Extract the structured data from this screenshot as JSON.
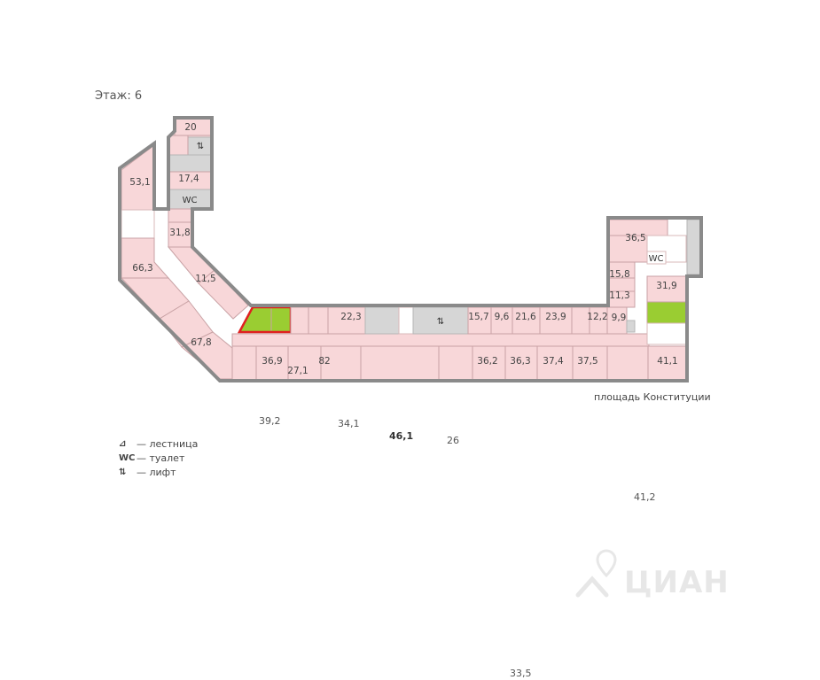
{
  "floor_label": "Этаж: 6",
  "rooms": {
    "r20": "20",
    "r17_4": "17,4",
    "r53_1": "53,1",
    "r31_8": "31,8",
    "r66_3": "66,3",
    "r11_5": "11,5",
    "r67_8": "67,8",
    "r22_3": "22,3",
    "r15_7": "15,7",
    "r9_6": "9,6",
    "r21_6": "21,6",
    "r23_9": "23,9",
    "r12_2": "12,2",
    "r9_9": "9,9",
    "r36_5": "36,5",
    "r15_8": "15,8",
    "r11_3": "11,3",
    "r31_9": "31,9",
    "r36_9": "36,9",
    "r27_1": "27,1",
    "r82": "82",
    "r36_2": "36,2",
    "r36_3": "36,3",
    "r37_4": "37,4",
    "r37_5": "37,5",
    "r41_1": "41,1"
  },
  "service_labels": {
    "wc": "WC",
    "lift": "⇅"
  },
  "street_label": "площадь Конституции",
  "floating_labels": {
    "l39_2": "39,2",
    "l34_1": "34,1",
    "l46_1": "46,1",
    "l26": "26",
    "l41_2": "41,2",
    "l33_5": "33,5"
  },
  "legend": [
    {
      "icon_name": "stairs-icon",
      "glyph": "⊿",
      "label": "— лестница"
    },
    {
      "icon_name": "toilet-icon",
      "glyph": "WC",
      "label": "— туалет"
    },
    {
      "icon_name": "lift-icon",
      "glyph": "⇅",
      "label": "— лифт"
    }
  ],
  "watermark": "ЦИАН",
  "colors": {
    "room": "#f8d7d9",
    "selected": "#9acd32",
    "selected_outline": "#e02020",
    "service": "#d6d6d6",
    "wall": "#8a8a8a"
  }
}
